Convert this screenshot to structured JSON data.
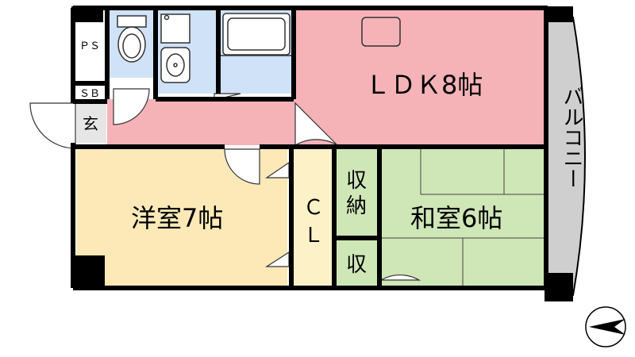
{
  "rooms": {
    "ldk": "ＬＤＫ8帖",
    "western": "洋室7帖",
    "japanese": "和室6帖",
    "balcony": "バルコニー",
    "closet_cl_top": "Ｃ",
    "closet_cl_bottom": "Ｌ",
    "storage_top": "収",
    "storage_bottom": "納",
    "storage_small": "収",
    "ps": "ＰＳ",
    "sb": "ＳＢ",
    "entrance": "玄"
  },
  "colors": {
    "ldk": "#f5b3b8",
    "western": "#fde9b8",
    "japanese": "#cfe6b7",
    "bath": "#cfe2f7",
    "balcony": "#cfcfcf",
    "closet": "#fdf1c8",
    "wall": "#000000"
  },
  "compass": {
    "direction": "west-pointing-arrow"
  }
}
